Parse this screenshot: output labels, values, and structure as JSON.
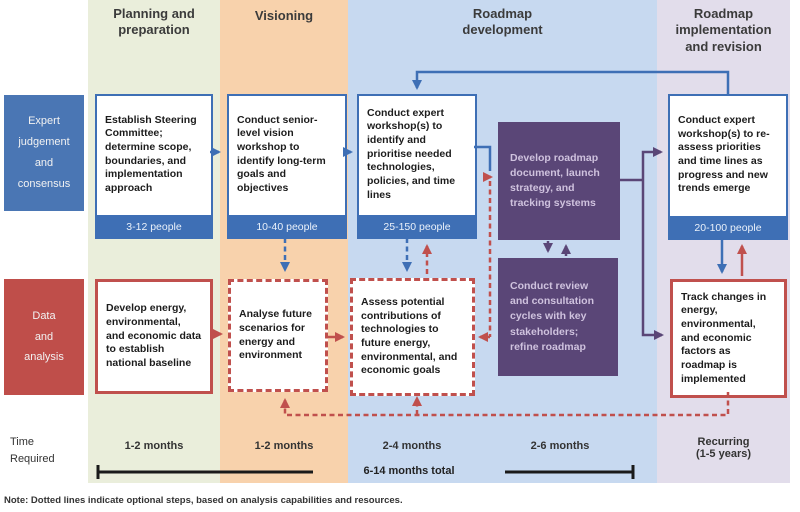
{
  "headers": {
    "col1": "Planning and\npreparation",
    "col2": "Visioning",
    "col3": "Roadmap\ndevelopment",
    "col4": "Roadmap\nimplementation\nand revision"
  },
  "row_labels": {
    "expert": "Expert\njudgement\nand\nconsensus",
    "data": "Data\nand\nanalysis",
    "time": "Time\nRequired"
  },
  "boxes": {
    "establish": {
      "text": "Establish Steering Committee; determine scope, boundaries, and implementation approach",
      "people": "3-12 people"
    },
    "vision": {
      "text": "Conduct senior-level vision workshop to identify long-term goals and objectives",
      "people": "10-40 people"
    },
    "expert_workshop": {
      "text": "Conduct expert workshop(s) to identify and prioritise needed technologies, policies, and time lines",
      "people": "25-150 people"
    },
    "reassess": {
      "text": "Conduct expert workshop(s) to re-assess priorities and time lines as progress and new trends emerge",
      "people": "20-100 people"
    },
    "develop_roadmap": {
      "text": "Develop roadmap document, launch strategy, and tracking systems"
    },
    "review_cycles": {
      "text": "Conduct review and consultation cycles with key stakeholders; refine roadmap"
    },
    "baseline": {
      "text": "Develop energy, environmental, and economic data to establish national baseline"
    },
    "scenarios": {
      "text": "Analyse future scenarios for energy and environment"
    },
    "assess": {
      "text": "Assess potential contributions of technologies to future energy, environmental, and economic goals"
    },
    "track": {
      "text": "Track changes in energy, environmental, and economic factors as roadmap is implemented"
    }
  },
  "time_row": {
    "col1": "1-2 months",
    "col2": "1-2 months",
    "col3a": "2-4 months",
    "col3b": "2-6 months",
    "col4": "Recurring\n(1-5 years)",
    "total": "6-14 months total"
  },
  "note": "Note: Dotted lines indicate optional steps, based on analysis capabilities and resources.",
  "colors": {
    "band_planning": "#eaeedb",
    "band_visioning": "#f8d2ac",
    "band_development": "#c7d9f0",
    "band_implementation": "#e2ddeb",
    "blue": "#3e6fb5",
    "red": "#c0504d",
    "purple": "#5a4677",
    "header_text": "#3b3b3b"
  }
}
